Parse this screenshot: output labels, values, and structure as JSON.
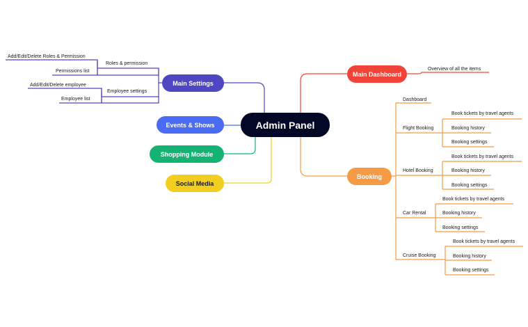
{
  "root": {
    "label": "Admin Panel",
    "color": "#020725"
  },
  "left": {
    "main_settings": {
      "label": "Main Settings",
      "color": "#4f46c4",
      "children": {
        "roles": {
          "label": "Roles & permission",
          "items": [
            "Add/Edit/Delete Roles & Permission",
            "Permissions list"
          ]
        },
        "employee": {
          "label": "Employee settings",
          "items": [
            "Add/Edit/Delete employee",
            "Employee list"
          ]
        }
      }
    },
    "events": {
      "label": "Events & Shows",
      "color": "#4a6cf5"
    },
    "shopping": {
      "label": "Shopping Module",
      "color": "#14b373"
    },
    "social": {
      "label": "Social Media",
      "color": "#f2cf1f"
    }
  },
  "right": {
    "main_dashboard": {
      "label": "Main Dashboard",
      "color": "#f04438",
      "child": "Overview of all the items"
    },
    "booking": {
      "label": "Booking",
      "color": "#f79a45",
      "dashboard": "Dashboard",
      "groups": [
        {
          "label": "Flight Booking",
          "items": [
            "Book tickets by travel agents",
            "Booking history",
            "Booking settings"
          ]
        },
        {
          "label": "Hotel Booking",
          "items": [
            "Book tickets by travel agents",
            "Booking history",
            "Booking settings"
          ]
        },
        {
          "label": "Car Rental",
          "items": [
            "Book tickets by travel agents",
            "Booking history",
            "Booking settings"
          ]
        },
        {
          "label": "Cruise Booking",
          "items": [
            "Book tickets by travel agents",
            "Booking history",
            "Booking settings"
          ]
        }
      ]
    }
  }
}
